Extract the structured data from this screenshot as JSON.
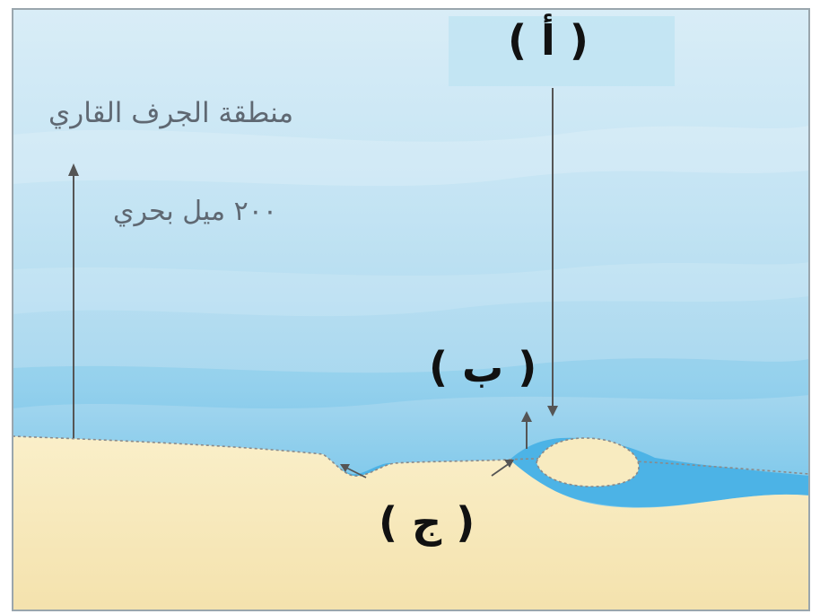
{
  "diagram": {
    "zone_label": "منطقة الجرف القاري",
    "distance_label": "٢٠٠ ميل بحري",
    "markers": {
      "a": "( أ )",
      "b": "( ب )",
      "c": "( ج )"
    }
  },
  "colors": {
    "sky_top": "#d8ecf6",
    "sea_mid": "#a9d8ef",
    "sea_deep": "#6cc3ea",
    "water_pocket": "#4cb3e6",
    "sand": "#f7e7b8",
    "sand_light": "#faf0cc",
    "arrow": "#555555",
    "marker_text": "#111111",
    "label_text": "#5f6872"
  }
}
